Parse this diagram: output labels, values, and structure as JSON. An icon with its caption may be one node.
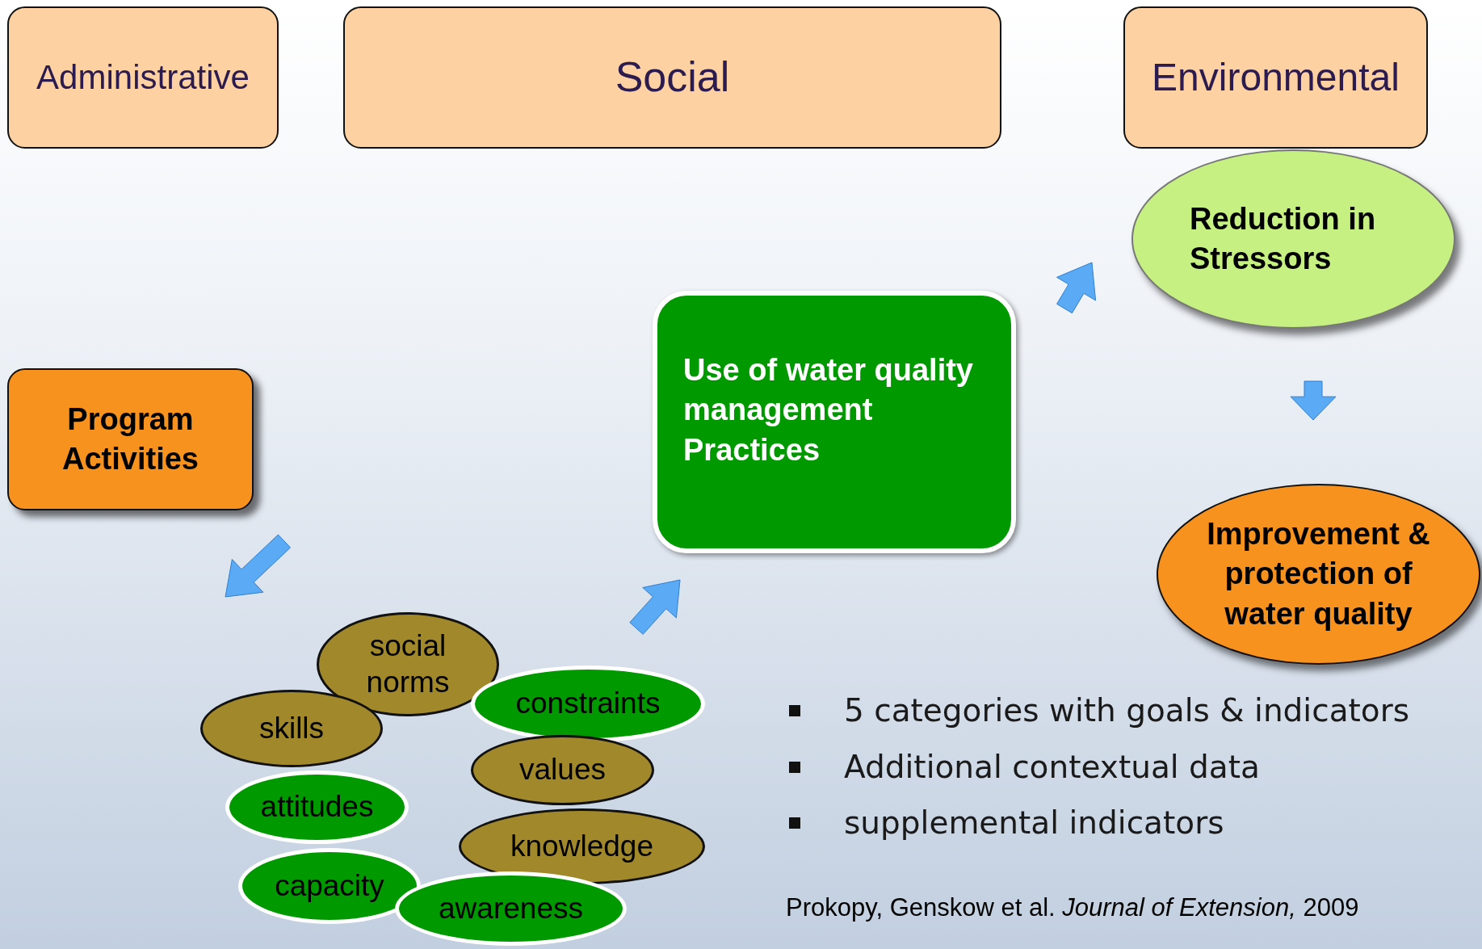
{
  "diagram": {
    "nodes": [
      {
        "text": [
          "Administrative"
        ]
      },
      {
        "text": [
          "Social"
        ]
      },
      {
        "text": [
          "Environmental"
        ]
      },
      {
        "text": [
          "Program Activities"
        ]
      },
      {
        "text": [
          "Use of water quality management Practices"
        ]
      },
      {
        "text": [
          "Reduction in Stressors"
        ]
      },
      {
        "text": [
          "Improvement & protection of water quality"
        ]
      },
      {
        "text": [
          "social norms"
        ]
      },
      {
        "text": [
          "skills"
        ]
      },
      {
        "text": [
          "constraints"
        ]
      },
      {
        "text": [
          "values"
        ]
      },
      {
        "text": [
          "attitudes"
        ]
      },
      {
        "text": [
          "knowledge"
        ]
      },
      {
        "text": [
          "capacity"
        ]
      },
      {
        "text": [
          "awareness"
        ]
      }
    ],
    "edges": [
      {
        "from": 3,
        "to": null,
        "arrow": "to"
      },
      {
        "from": null,
        "to": 4,
        "arrow": "to"
      },
      {
        "from": 4,
        "to": 5,
        "arrow": "to"
      },
      {
        "from": 5,
        "to": 6,
        "arrow": "to"
      }
    ],
    "labels": [
      "5 categories with goals & indicators",
      "Additional contextual data",
      "supplemental indicators",
      "Prokopy, Genskow et al. *Journal of Extension,* 2009"
    ]
  }
}
